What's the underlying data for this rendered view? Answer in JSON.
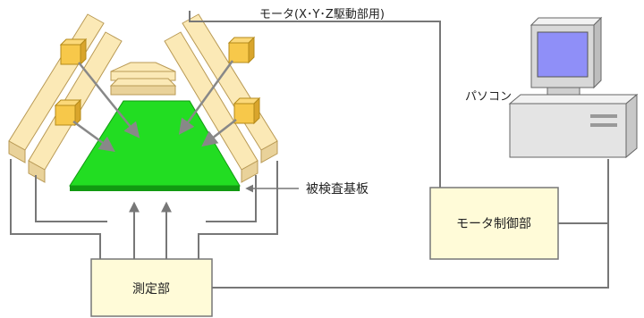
{
  "labels": {
    "motor_caption": "モータ(X･Y･Z駆動部用)",
    "pc": "パソコン",
    "board": "被検査基板",
    "motor_controller": "モータ制御部",
    "measurement_unit": "測定部"
  },
  "colors": {
    "wood": "#fbe9b6",
    "wood_edge": "#b99a55",
    "motor_block": "#f7c84a",
    "board": "#22dd22",
    "board_edge": "#119911",
    "box_fill": "#fffbd8",
    "box_edge": "#777777",
    "line": "#777777",
    "arrow": "#888888",
    "screen": "#8f8ff8",
    "pc_body": "#e4e4e4"
  }
}
